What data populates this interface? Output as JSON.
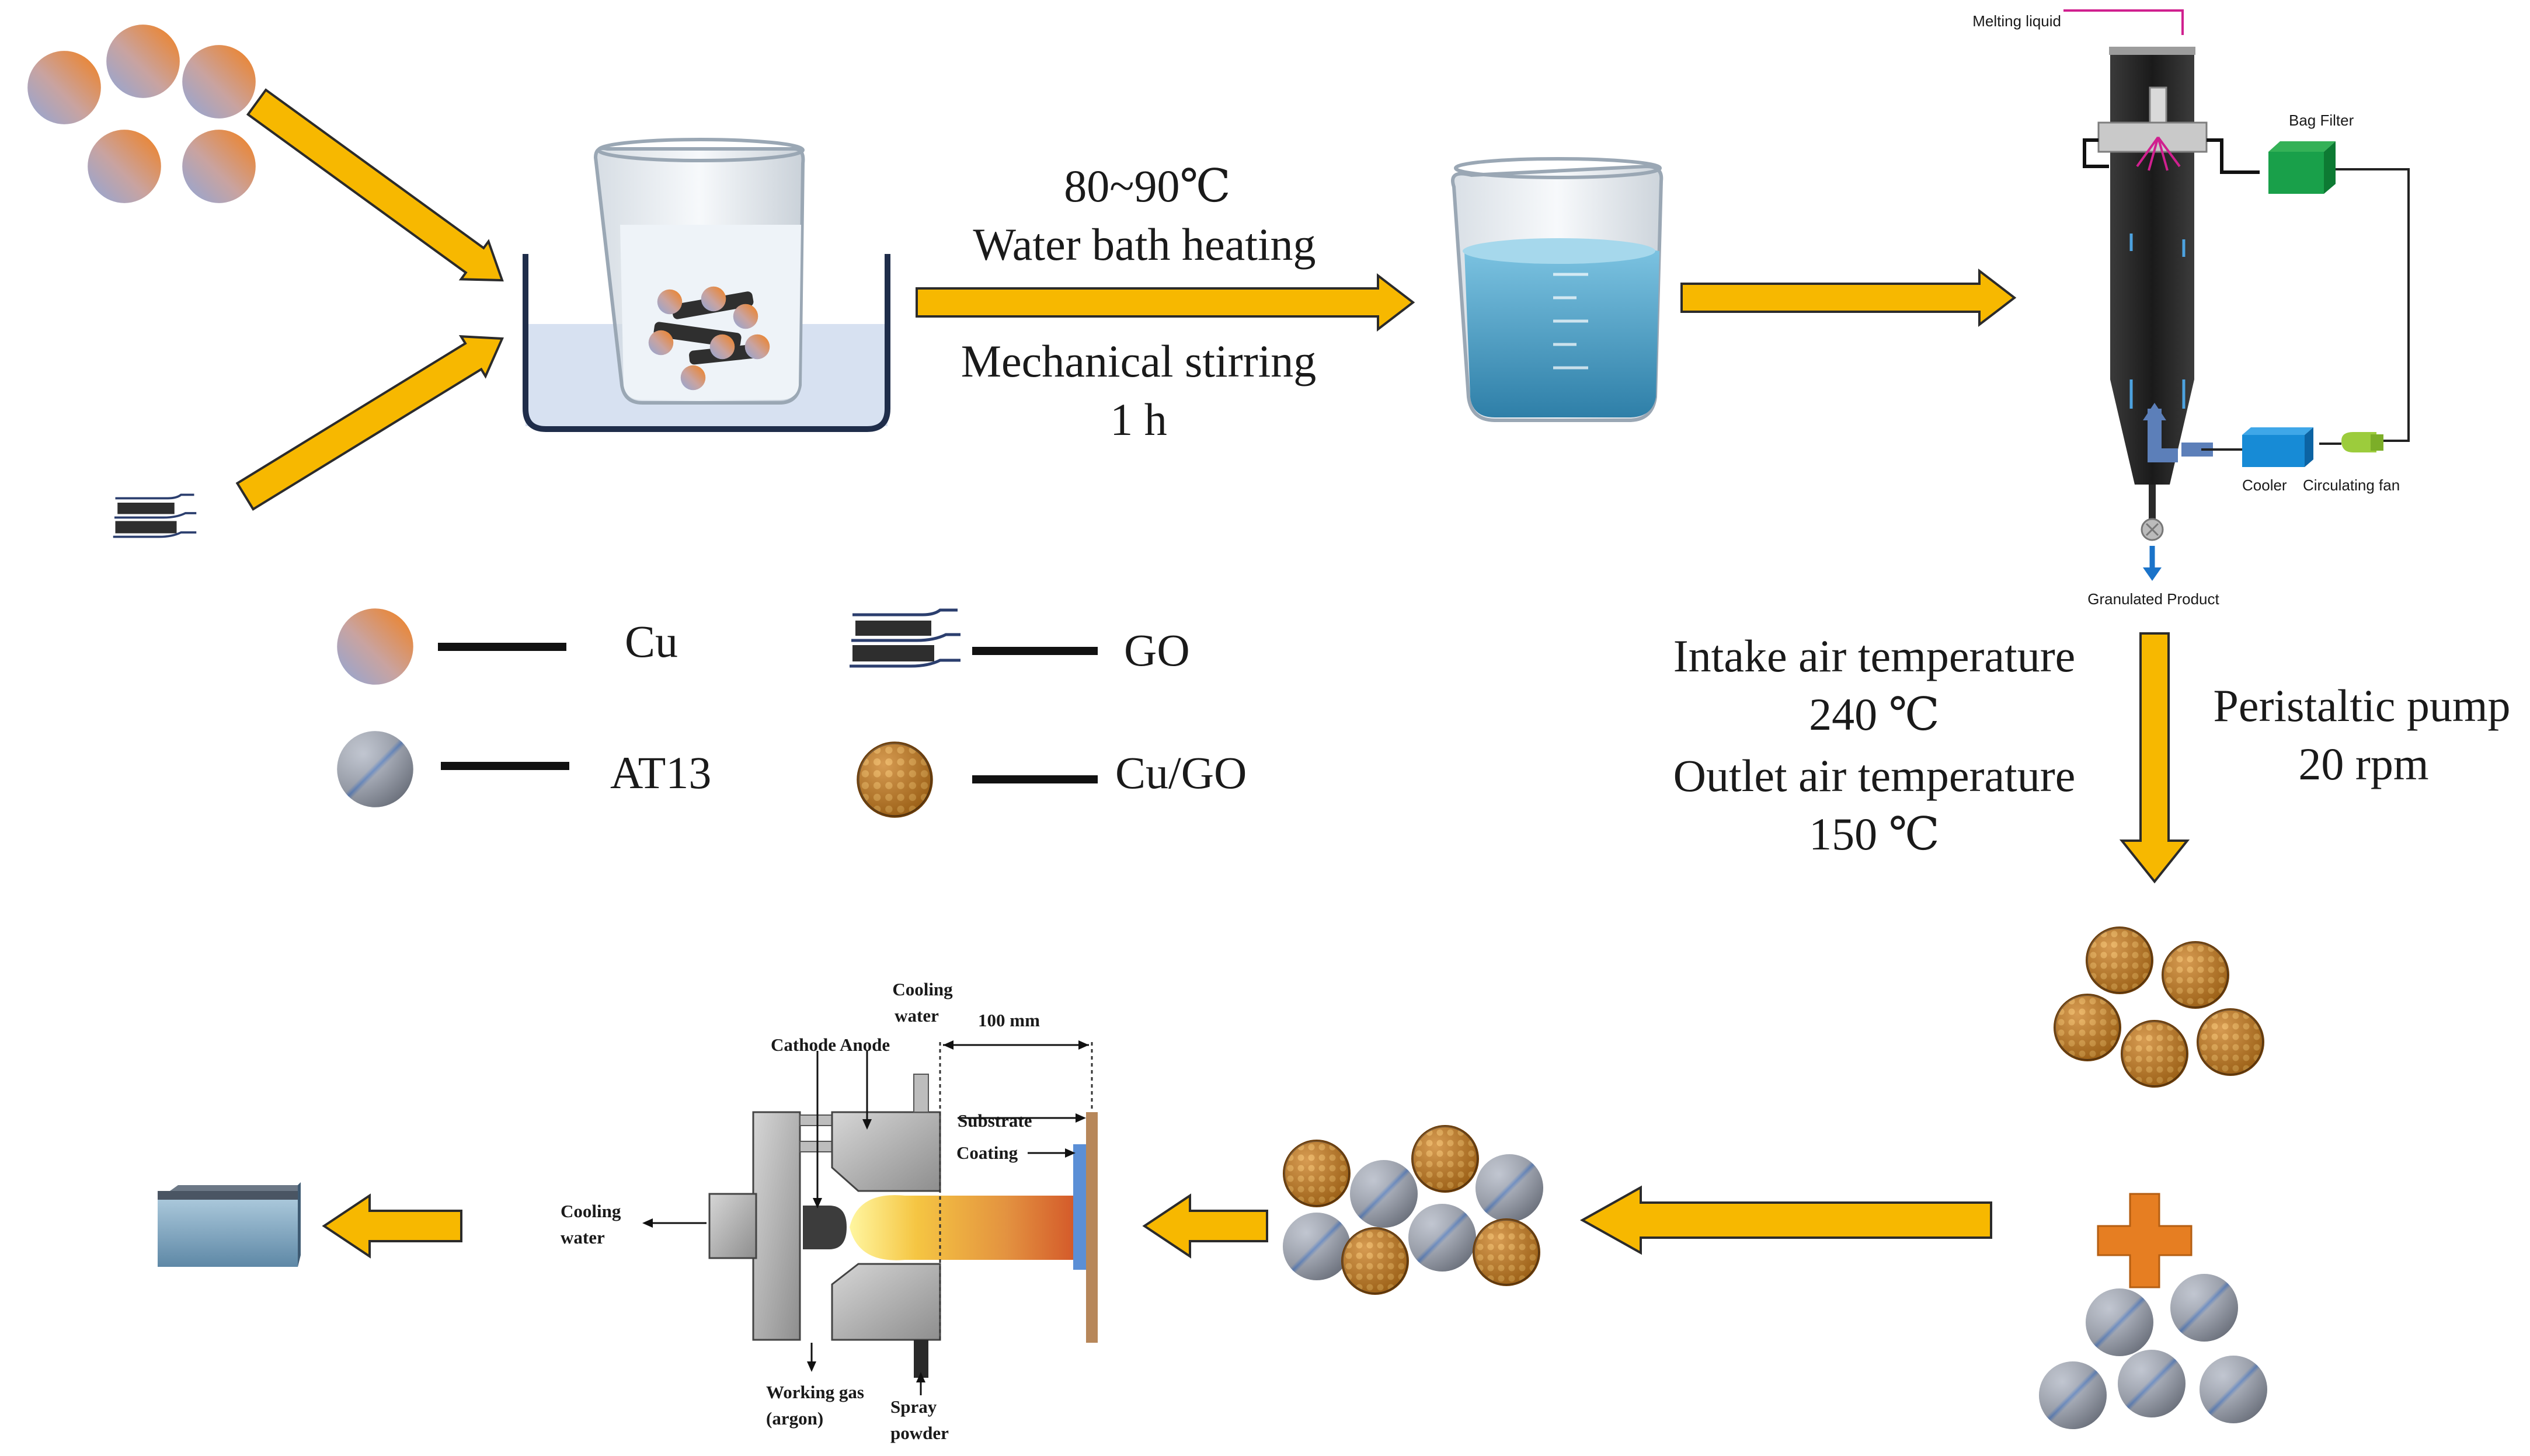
{
  "process": {
    "stir_temp": "80~90℃",
    "stir_heat": "Water bath heating",
    "stir_mech": "Mechanical stirring",
    "stir_time": "1 h"
  },
  "spray_dryer": {
    "melting_liquid": "Melting liquid",
    "bag_filter": "Bag Filter",
    "cooler": "Cooler",
    "circulating_fan": "Circulating fan",
    "granulated_product": "Granulated Product"
  },
  "drying_params": {
    "intake_label": "Intake air temperature",
    "intake_value": "240 ℃",
    "outlet_label": "Outlet air temperature",
    "outlet_value": "150 ℃",
    "pump_label": "Peristaltic pump",
    "pump_value": "20 rpm"
  },
  "legend": {
    "cu": "Cu",
    "go": "GO",
    "at13": "AT13",
    "cugo": "Cu/GO"
  },
  "plasma_gun": {
    "cooling_water_top_1": "Cooling",
    "cooling_water_top_2": "water",
    "distance": "100 mm",
    "cathode_anode": "Cathode Anode",
    "substrate": "Substrate",
    "coating": "Coating",
    "cooling_water_left_1": "Cooling",
    "cooling_water_left_2": "water",
    "working_gas_1": "Working gas",
    "working_gas_2": "(argon)",
    "spray_powder_1": "Spray",
    "spray_powder_2": "powder"
  },
  "colors": {
    "arrow_fill": "#F7B800",
    "arrow_stroke": "#2B2B2B",
    "copper": "#E8822F",
    "alumina": "#9AA3B8",
    "water": "#4BA3C7",
    "plus": "#E67E22"
  }
}
